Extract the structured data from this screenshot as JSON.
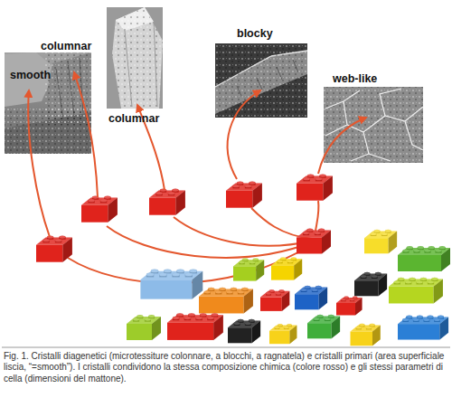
{
  "diagram": {
    "caption": "Fig. 1. Cristalli diagenetici (microtessiture colonnare, a blocchi, a ragnatela) e cristalli primari (area superficiale liscia, “=smooth”). I cristalli condividono la stessa composizione chimica (colore rosso) e gli stessi parametri di cella (dimensioni del mattone).",
    "nodes": [
      {
        "text": [
          "columnar",
          "smooth"
        ]
      },
      {
        "text": [
          "columnar"
        ]
      },
      {
        "text": [
          "blocky"
        ]
      },
      {
        "text": [
          "web-like"
        ]
      }
    ]
  }
}
